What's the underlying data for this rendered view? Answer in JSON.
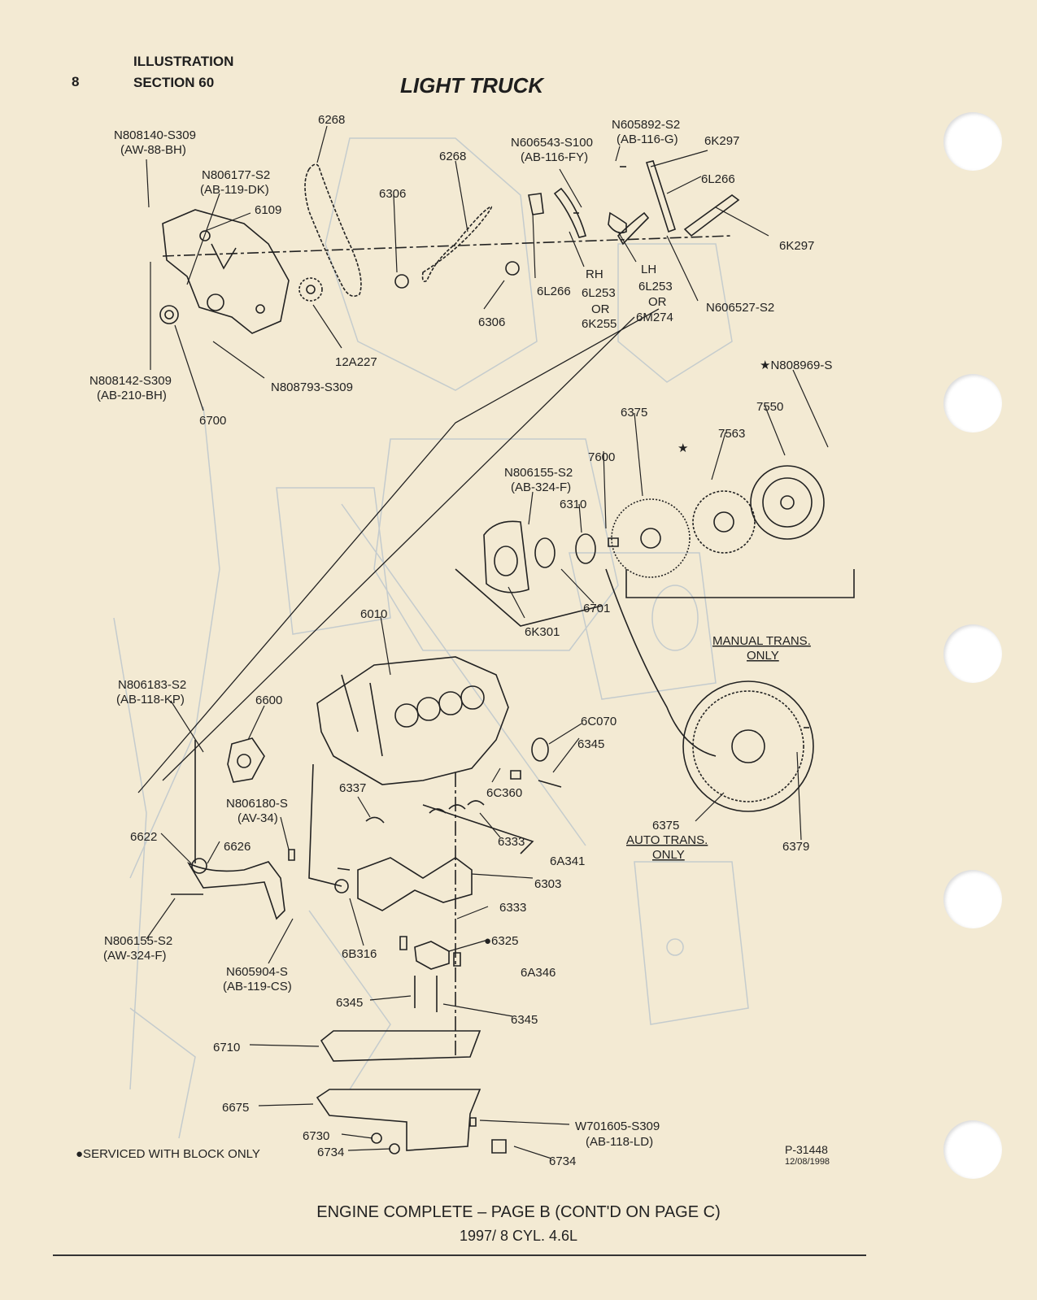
{
  "header": {
    "page_number": "8",
    "illustration": "ILLUSTRATION",
    "section": "SECTION 60",
    "title": "LIGHT TRUCK"
  },
  "colors": {
    "paper": "#f3ead3",
    "ink": "#222222",
    "ghost": "#b9c4cc"
  },
  "labels": {
    "l1": "N808140-S309",
    "l2": "(AW-88-BH)",
    "l3": "N806177-S2",
    "l4": "(AB-119-DK)",
    "l5": "6109",
    "l6": "6268",
    "l7": "6268",
    "l8": "6306",
    "l9": "6306",
    "l10": "N606543-S100",
    "l11": "(AB-116-FY)",
    "l12": "N605892-S2",
    "l13": "(AB-116-G)",
    "l14": "6K297",
    "l15": "6L266",
    "l16": "6K297",
    "l17": "6L266",
    "l18": "RH",
    "l19": "6L253",
    "l20": "OR",
    "l21": "6K255",
    "l22": "LH",
    "l23": "6L253",
    "l24": "OR",
    "l25": "6M274",
    "l26": "N606527-S2",
    "l27": "12A227",
    "l28": "N808142-S309",
    "l29": "(AB-210-BH)",
    "l30": "N808793-S309",
    "l31": "6700",
    "l32": "★N808969-S",
    "l33": "7550",
    "l34": "6375",
    "l35": "7563",
    "l36": "★",
    "l37": "7600",
    "l38": "N806155-S2",
    "l39": "(AB-324-F)",
    "l40": "6310",
    "l41": "6701",
    "l42": "6K301",
    "l43": "MANUAL TRANS.",
    "l44": "ONLY",
    "l45": "6010",
    "l46": "N806183-S2",
    "l47": "(AB-118-KP)",
    "l48": "6600",
    "l49": "6C070",
    "l50": "6345",
    "l51": "6C360",
    "l52": "6337",
    "l53": "N806180-S",
    "l54": "(AV-34)",
    "l55": "6622",
    "l56": "6626",
    "l57": "6333",
    "l58": "6A341",
    "l59": "6303",
    "l60": "6375",
    "l61": "AUTO TRANS.",
    "l62": "ONLY",
    "l63": "6379",
    "l64": "6333",
    "l65": "●6325",
    "l66": "6B316",
    "l67": "6A346",
    "l68": "N806155-S2",
    "l69": "(AW-324-F)",
    "l70": "N605904-S",
    "l71": "(AB-119-CS)",
    "l72": "6345",
    "l73": "6345",
    "l74": "6710",
    "l75": "6675",
    "l76": "W701605-S309",
    "l77": "(AB-118-LD)",
    "l78": "6730",
    "l79": "6734",
    "l80": "6734"
  },
  "legend": "●SERVICED WITH BLOCK ONLY",
  "part_ref": {
    "code": "P-31448",
    "date": "12/08/1998"
  },
  "footer": {
    "line1": "ENGINE COMPLETE – PAGE B (CONT'D ON PAGE C)",
    "line2": "1997/ 8 CYL. 4.6L"
  }
}
